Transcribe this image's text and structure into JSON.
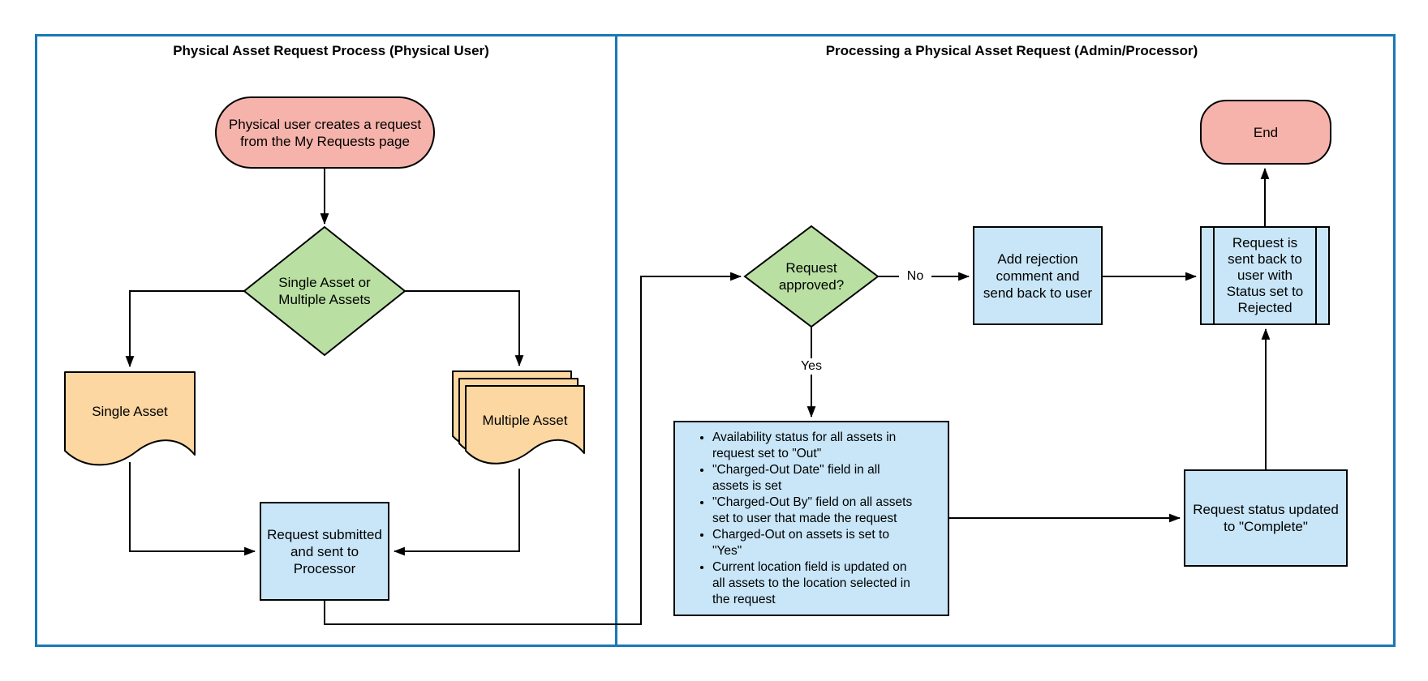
{
  "colors": {
    "panel_border": "#1878b8",
    "terminator_fill": "#f6b3ab",
    "decision_fill": "#b9e0a2",
    "document_fill": "#fcd7a1",
    "process_fill": "#c8e6f8",
    "stroke": "#000000"
  },
  "left_panel": {
    "title": "Physical Asset Request Process (Physical User)",
    "start": "Physical user creates a request\nfrom the My Requests page",
    "decision": "Single Asset or\nMultiple Assets",
    "single_document": "Single Asset",
    "multiple_document": "Multiple Asset",
    "submit": "Request submitted\nand sent to\nProcessor"
  },
  "right_panel": {
    "title": "Processing a Physical Asset Request (Admin/Processor)",
    "decision": "Request\napproved?",
    "no_label": "No",
    "yes_label": "Yes",
    "reject_comment": "Add rejection\ncomment and\nsend back to user",
    "sent_back": "Request is\nsent back to\nuser with\nStatus set to\nRejected",
    "end": "End",
    "checklist": {
      "items": [
        "Availability status for all assets in\nrequest set to \"Out\"",
        "\"Charged-Out Date\" field in all\nassets is set",
        "\"Charged-Out By\" field on all assets\nset to user that made the request",
        "Charged-Out on assets is set to\n\"Yes\"",
        "Current location field is updated on\nall assets to the location selected in\nthe request"
      ]
    },
    "complete": "Request status updated\nto \"Complete\""
  }
}
